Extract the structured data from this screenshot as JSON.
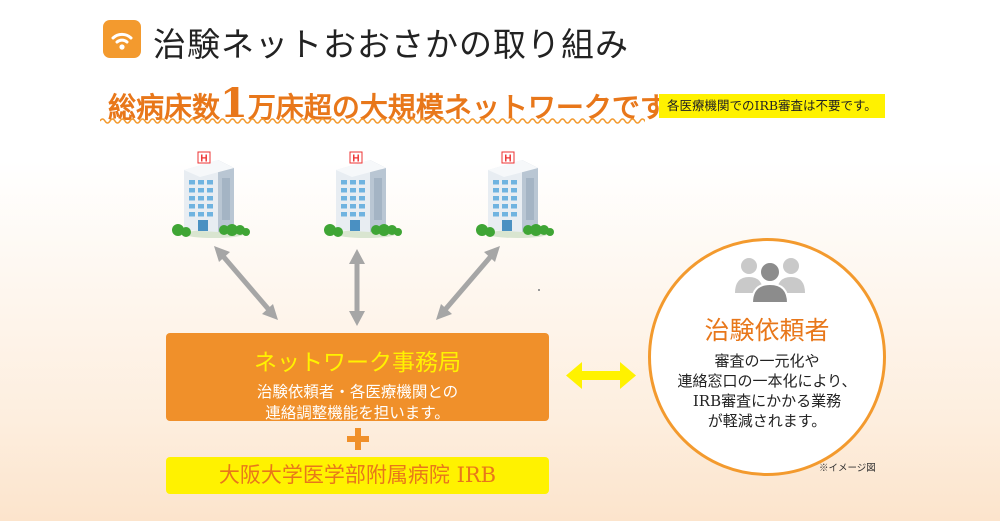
{
  "header": {
    "title": "治験ネットおおさかの取り組み",
    "icon": "wifi-pin-icon"
  },
  "subtitle": {
    "part1": "総病床数",
    "highlight": "1",
    "part2": "万床超の大規模ネットワークです!"
  },
  "note_box": "各医療機関でのIRB審査は不要です。",
  "hospitals": [
    {
      "sign": "H",
      "icon": "hospital-building-icon"
    },
    {
      "sign": "H",
      "icon": "hospital-building-icon"
    },
    {
      "sign": "H",
      "icon": "hospital-building-icon"
    }
  ],
  "network_office": {
    "title": "ネットワーク事務局",
    "desc_line1": "治験依頼者・各医療機関との",
    "desc_line2": "連絡調整機能を担います。"
  },
  "irb": {
    "label": "大阪大学医学部附属病院 IRB"
  },
  "client": {
    "icon": "people-icon",
    "title": "治験依頼者",
    "desc_line1": "審査の一元化や",
    "desc_line2": "連絡窓口の一本化により、",
    "desc_line3": "IRB審査にかかる業務",
    "desc_line4": "が軽減されます。"
  },
  "image_note": "※イメージ図",
  "colors": {
    "orange": "#f0902a",
    "orange_text": "#e8771a",
    "yellow": "#fff200",
    "gray_arrow": "#a6a6a6"
  }
}
